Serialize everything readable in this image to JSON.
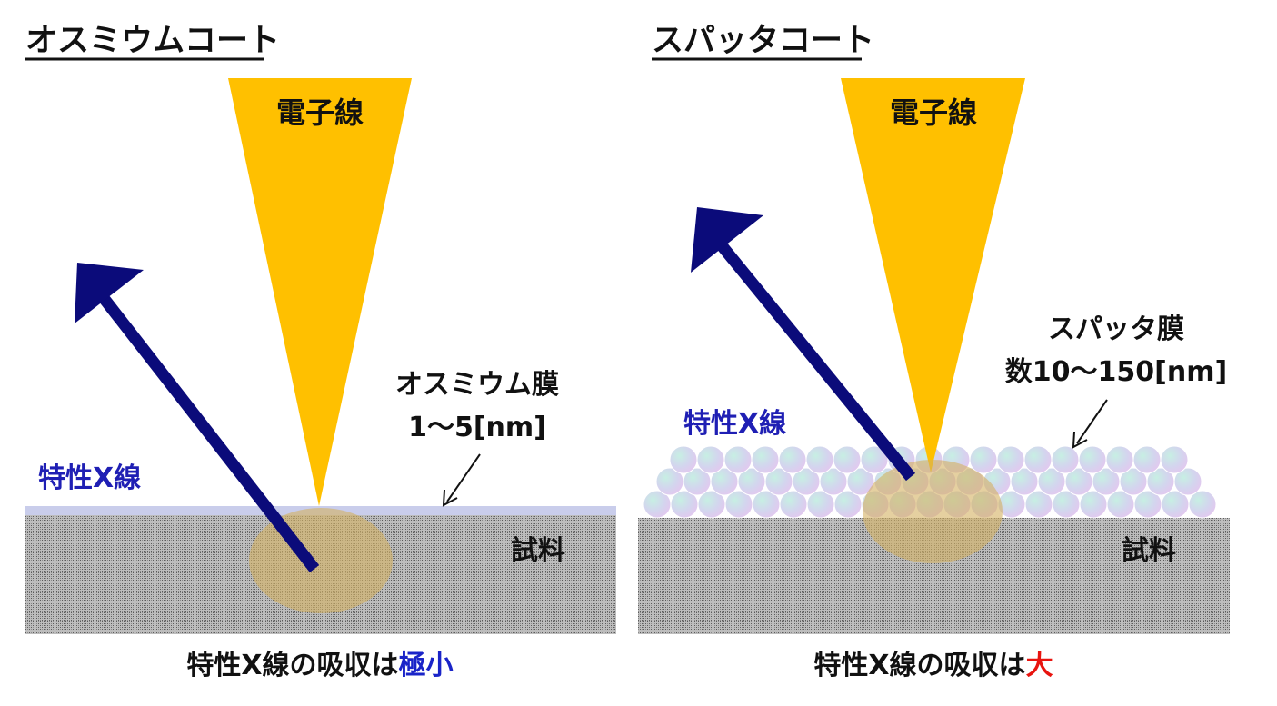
{
  "left": {
    "title": "オスミウムコート",
    "beam_label": "電子線",
    "xray_label": "特性X線",
    "film_label_line1": "オスミウム膜",
    "film_label_line2": "1～5[nm]",
    "sample_label": "試料",
    "caption_prefix": "特性X線の吸収は",
    "caption_emphasis": "極小"
  },
  "right": {
    "title": "スパッタコート",
    "beam_label": "電子線",
    "xray_label": "特性X線",
    "film_label_line1": "スパッタ膜",
    "film_label_line2": "数10～150[nm]",
    "sample_label": "試料",
    "caption_prefix": "特性X線の吸収は",
    "caption_emphasis": "大"
  },
  "colors": {
    "beam": "#FFC000",
    "xray_arrow": "#0B0B7A",
    "xray_label": "#1F1FB4",
    "osmium_film": "#C9CDEB",
    "interaction_volume": "#D4B060",
    "emphasis_small": "#1A24C8",
    "emphasis_large": "#E8140F",
    "text": "#111111"
  }
}
